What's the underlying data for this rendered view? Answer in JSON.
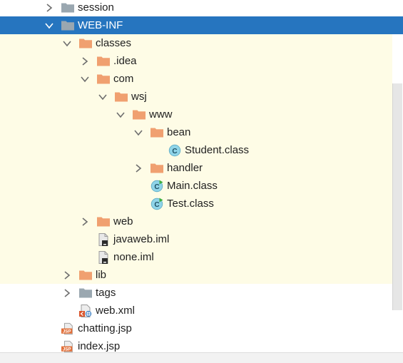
{
  "colors": {
    "selection": "#2675bf",
    "highlight": "#fefce6",
    "folder": "#f0a070",
    "folder_gray": "#9aa7b0",
    "class_icon": "#8fd4e8"
  },
  "tree": [
    {
      "label": "session",
      "level": 2,
      "arrow": "right",
      "icon": "folder-gray",
      "state": "normal"
    },
    {
      "label": "WEB-INF",
      "level": 2,
      "arrow": "down",
      "icon": "folder-gray",
      "state": "selected"
    },
    {
      "label": "classes",
      "level": 3,
      "arrow": "down",
      "icon": "folder",
      "state": "highlight"
    },
    {
      "label": ".idea",
      "level": 4,
      "arrow": "right",
      "icon": "folder",
      "state": "highlight"
    },
    {
      "label": "com",
      "level": 4,
      "arrow": "down",
      "icon": "folder",
      "state": "highlight"
    },
    {
      "label": "wsj",
      "level": 5,
      "arrow": "down",
      "icon": "folder",
      "state": "highlight"
    },
    {
      "label": "www",
      "level": 6,
      "arrow": "down",
      "icon": "folder",
      "state": "highlight"
    },
    {
      "label": "bean",
      "level": 7,
      "arrow": "down",
      "icon": "folder",
      "state": "highlight"
    },
    {
      "label": "Student.class",
      "level": 8,
      "arrow": "none",
      "icon": "class",
      "state": "highlight"
    },
    {
      "label": "handler",
      "level": 7,
      "arrow": "right",
      "icon": "folder",
      "state": "highlight"
    },
    {
      "label": "Main.class",
      "level": 7,
      "arrow": "none",
      "icon": "class-run",
      "state": "highlight"
    },
    {
      "label": "Test.class",
      "level": 7,
      "arrow": "none",
      "icon": "class-run",
      "state": "highlight"
    },
    {
      "label": "web",
      "level": 4,
      "arrow": "right",
      "icon": "folder",
      "state": "highlight"
    },
    {
      "label": "javaweb.iml",
      "level": 4,
      "arrow": "none",
      "icon": "iml",
      "state": "highlight"
    },
    {
      "label": "none.iml",
      "level": 4,
      "arrow": "none",
      "icon": "iml",
      "state": "highlight"
    },
    {
      "label": "lib",
      "level": 3,
      "arrow": "right",
      "icon": "folder",
      "state": "highlight"
    },
    {
      "label": "tags",
      "level": 3,
      "arrow": "right",
      "icon": "folder-gray",
      "state": "normal"
    },
    {
      "label": "web.xml",
      "level": 3,
      "arrow": "none",
      "icon": "xml",
      "state": "normal"
    },
    {
      "label": "chatting.jsp",
      "level": 2,
      "arrow": "none",
      "icon": "jsp",
      "state": "normal"
    },
    {
      "label": "index.jsp",
      "level": 2,
      "arrow": "none",
      "icon": "jsp",
      "state": "normal"
    }
  ]
}
